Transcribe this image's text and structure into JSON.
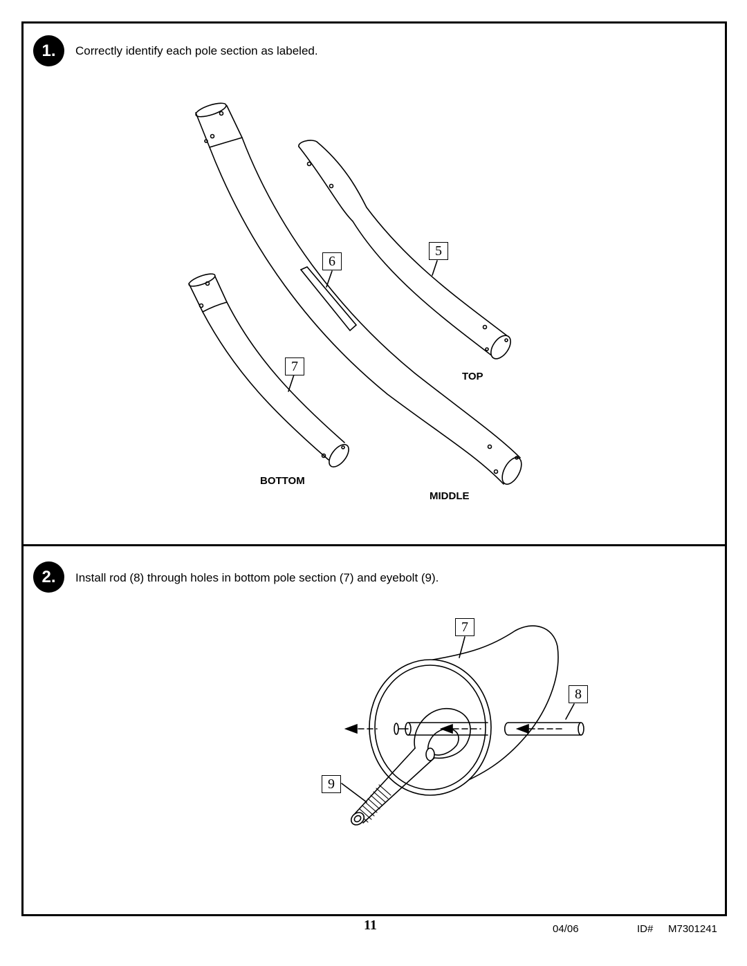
{
  "step1": {
    "number": "1.",
    "instruction": "Correctly identify each pole section as labeled.",
    "callouts": {
      "top_part": "5",
      "middle_part": "6",
      "bottom_part": "7"
    },
    "labels": {
      "top": "TOP",
      "middle": "MIDDLE",
      "bottom": "BOTTOM"
    }
  },
  "step2": {
    "number": "2.",
    "instruction": "Install rod (8) through holes in bottom pole section (7) and eyebolt (9).",
    "callouts": {
      "pole": "7",
      "rod": "8",
      "eyebolt": "9"
    }
  },
  "footer": {
    "page_number": "11",
    "date": "04/06",
    "id_label": "ID#",
    "id_value": "M7301241"
  }
}
